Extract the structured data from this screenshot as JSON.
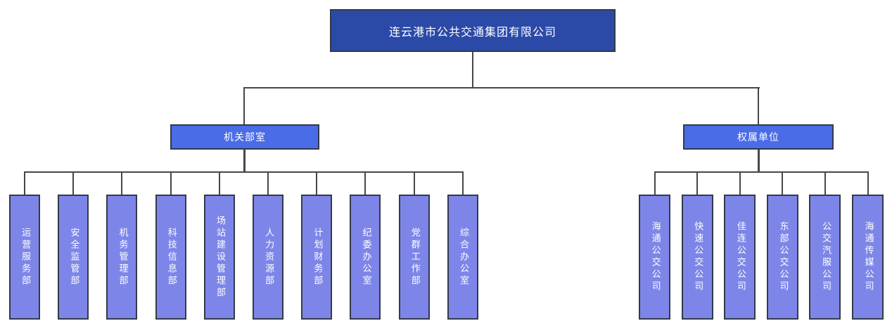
{
  "root": {
    "label": "连云港市公共交通集团有限公司"
  },
  "groups": [
    {
      "label": "机关部室",
      "children": [
        "运营服务部",
        "安全监管部",
        "机务管理部",
        "科技信息部",
        "场站建设管理部",
        "人力资源部",
        "计划财务部",
        "纪委办公室",
        "党群工作部",
        "综合办公室"
      ]
    },
    {
      "label": "权属单位",
      "children": [
        "海通公交公司",
        "快速公交公司",
        "佳连公交公司",
        "东部公交公司",
        "公交汽服公司",
        "海通传媒公司"
      ]
    }
  ],
  "colors": {
    "root_fill": "#2b4aa8",
    "group_fill": "#4a6ce6",
    "leaf_fill": "#7d86e8",
    "border": "#333a47",
    "line": "#474747",
    "text": "#ffffff",
    "bg": "#ffffff"
  }
}
